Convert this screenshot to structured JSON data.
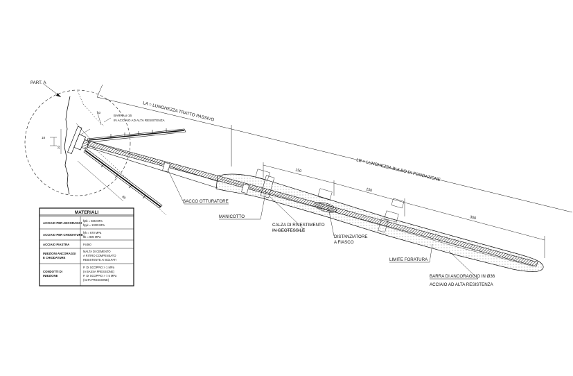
{
  "labels": {
    "part_a": "PART. A",
    "la": "LA = LUNGHEZZA TRATTO PASSIVO",
    "lb": "LB = LUNGHEZZA BULBO DI FONDAZIONE",
    "barra_line1": "BARRA ø 16",
    "barra_line2": "IN ACCIAIO AD ALTA RESISTENZA",
    "sacco": "SACCO OTTURATORE",
    "manicotto": "MANICOTTO",
    "calza_line1": "CALZA DI RIVESTIMENTO",
    "calza_line2": "IN GEOTESSILE",
    "distanz_line1": "DISTANZIATORE",
    "distanz_line2": "A FIASCO",
    "limite": "LIMITE FORATURA",
    "barra_anc_line1": "BARRA DI ANCORAGGIO IN Ø36",
    "barra_anc_line2": "ACCIAIO AD ALTA RESISTENZA"
  },
  "dimensions": {
    "d150a": "150",
    "d150b": "150",
    "d300": "300",
    "d18": "18",
    "d10": "10",
    "d80": "80",
    "d10b": "10"
  },
  "table": {
    "title": "MATERIALI",
    "rows": [
      {
        "key": [
          "ACCIAIO PER ANCORAGGI"
        ],
        "value": [
          "fptk = 835 MPa",
          "fpyk = 1030 MPa"
        ]
      },
      {
        "key": [
          "ACCIAIO PER CHIODATURE"
        ],
        "value": [
          "fyk = 670 MPa",
          "ftk = 800 MPa"
        ]
      },
      {
        "key": [
          "ACCIAIO PIASTRA"
        ],
        "value": [
          "Fe360"
        ]
      },
      {
        "key": [
          "INIEZIONI ANCORAGGI",
          "E CHIODATURE"
        ],
        "value": [
          "MALTA DI CEMENTO",
          "A RITIRO COMPENSATO",
          "RESISTENTE AI SOLFATI"
        ]
      },
      {
        "key": [
          "CONDOTTI DI",
          "INIEZIONE"
        ],
        "value": [
          "P. DI SCOPPIO > 1 MPa",
          "(A BASSA PRESSIONE)",
          "P. DI SCOPPIO > 7.5 MPa",
          "(ALTA PRESSIONE)"
        ]
      }
    ]
  },
  "colors": {
    "line": "#111111",
    "hatch": "#333333"
  }
}
